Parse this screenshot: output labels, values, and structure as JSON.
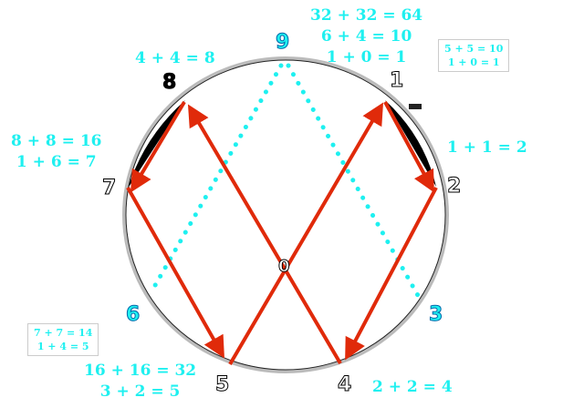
{
  "title_calc": [
    "32 + 32 = 64",
    "6 + 4 = 10",
    "1 + 0 = 1"
  ],
  "box_top": [
    "5 + 5 = 10",
    "1 + 0 = 1"
  ],
  "box_bottom": [
    "7 + 7 = 14",
    "1 + 4 = 5"
  ],
  "calc_8": "4 + 4 = 8",
  "calc_7": [
    "8 + 8 = 16",
    "1 + 6 = 7"
  ],
  "calc_2": "1 + 1 = 2",
  "calc_5": [
    "16 + 16 = 32",
    "3 + 2 = 5"
  ],
  "calc_4": "2 + 2 = 4",
  "numbers": {
    "n0": "0",
    "n1": "1",
    "n2": "2",
    "n3": "3",
    "n4": "4",
    "n5": "5",
    "n6": "6",
    "n7": "7",
    "n8": "8",
    "n9": "9"
  },
  "colors": {
    "arrow": "#e02a0a",
    "cyan": "#1ef0f0"
  }
}
